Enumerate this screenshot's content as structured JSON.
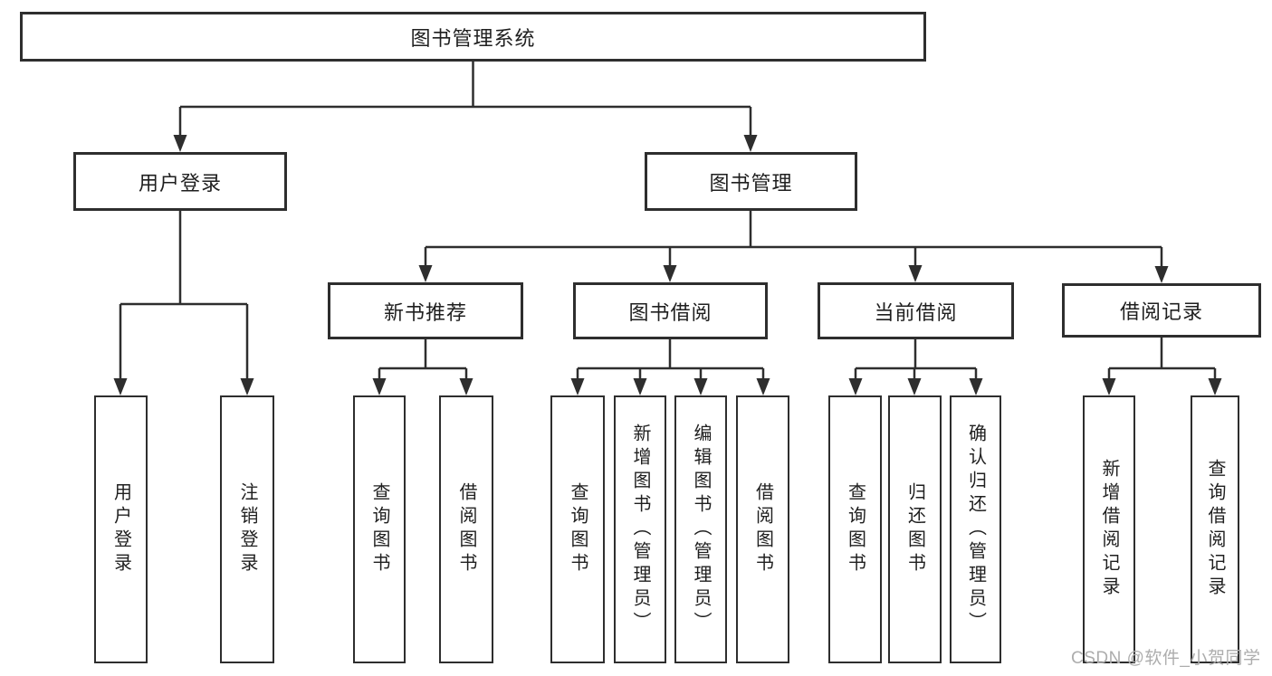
{
  "diagram": {
    "root": {
      "label": "图书管理系统"
    },
    "branches": [
      {
        "label": "用户登录",
        "children": [
          {
            "label": "用户登录"
          },
          {
            "label": "注销登录"
          }
        ]
      },
      {
        "label": "图书管理",
        "children": [
          {
            "label": "新书推荐",
            "children": [
              {
                "label": "查询图书"
              },
              {
                "label": "借阅图书"
              }
            ]
          },
          {
            "label": "图书借阅",
            "children": [
              {
                "label": "查询图书"
              },
              {
                "label": "新增图书（管理员）"
              },
              {
                "label": "编辑图书（管理员）"
              },
              {
                "label": "借阅图书"
              }
            ]
          },
          {
            "label": "当前借阅",
            "children": [
              {
                "label": "查询图书"
              },
              {
                "label": "归还图书"
              },
              {
                "label": "确认归还（管理员）"
              }
            ]
          },
          {
            "label": "借阅记录",
            "children": [
              {
                "label": "新增借阅记录"
              },
              {
                "label": "查询借阅记录"
              }
            ]
          }
        ]
      }
    ]
  },
  "watermark": {
    "text": "CSDN @软件_小贺同学"
  },
  "colors": {
    "line": "#2e2e2e",
    "text": "#1f1f1f",
    "background": "#ffffff",
    "watermark": "#adadad"
  }
}
